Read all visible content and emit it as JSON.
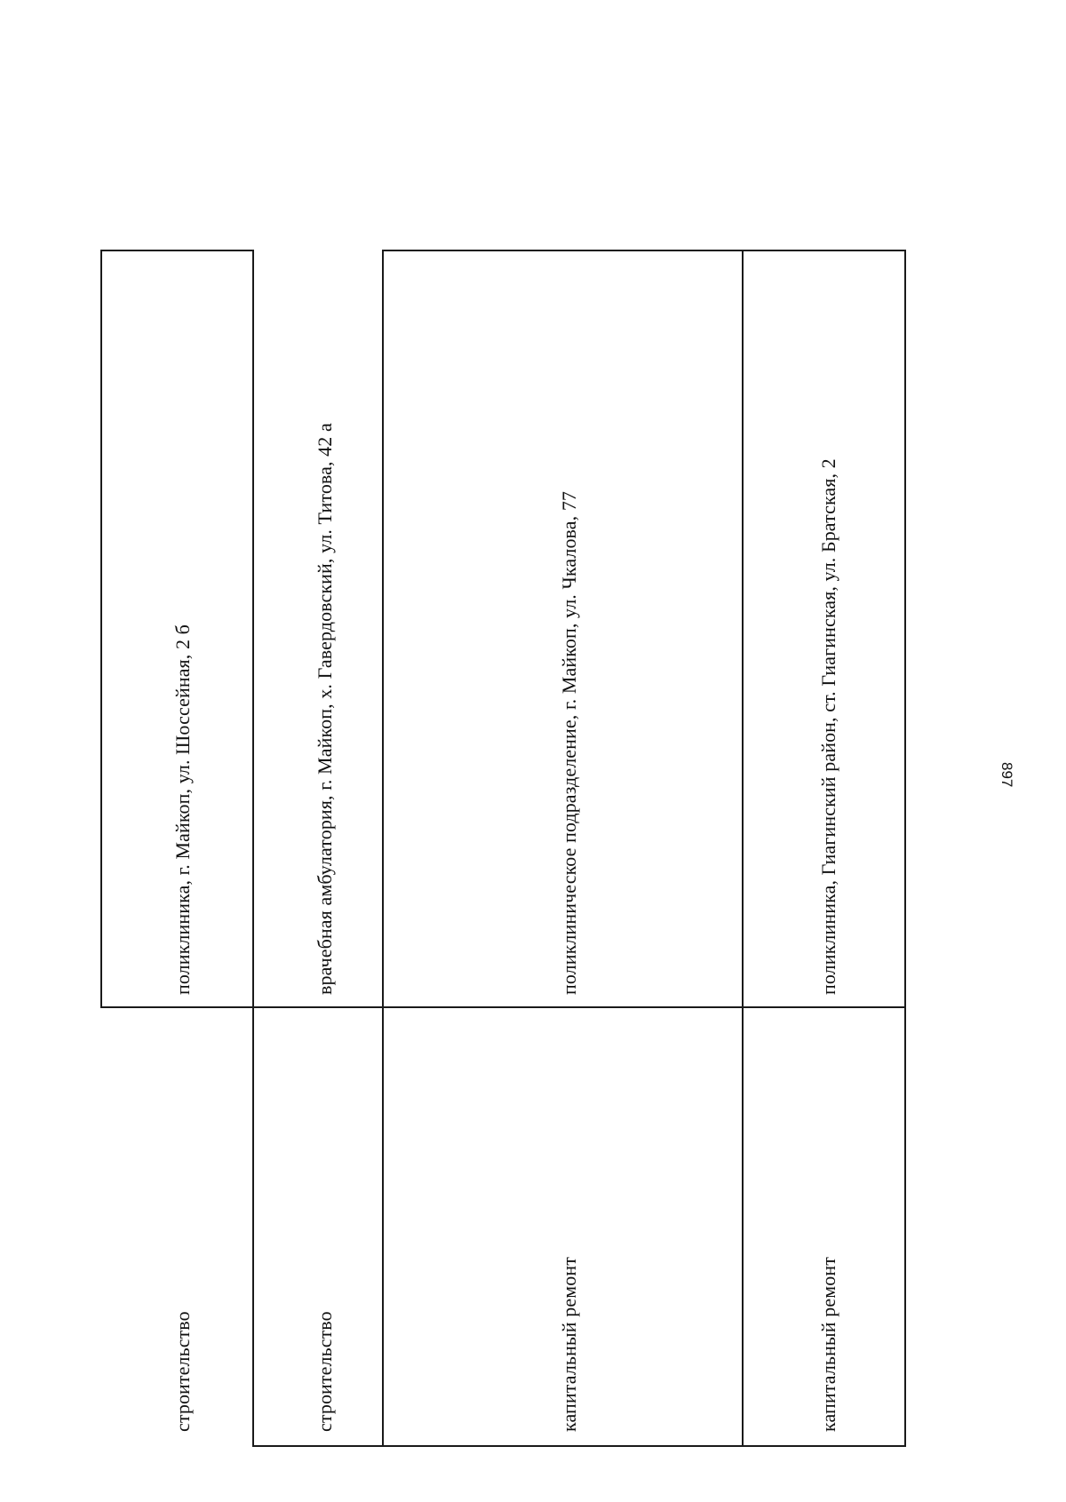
{
  "table": {
    "rows": [
      {
        "work_type": "строительство",
        "object": "поликлиника, г. Майкоп, ул. Шоссейная, 2 б"
      },
      {
        "work_type": "строительство",
        "object": "врачебная амбулатория, г. Майкоп, х. Гавердовский, ул. Титова, 42 а"
      },
      {
        "work_type": "капитальный ремонт",
        "object": "поликлиническое подразделение, г. Майкоп, ул. Чкалова, 77"
      },
      {
        "work_type": "капитальный ремонт",
        "object": "поликлиника, Гиагинский район, ст. Гиагинская, ул. Братская, 2"
      }
    ]
  },
  "footer": {
    "page_number": "897"
  }
}
